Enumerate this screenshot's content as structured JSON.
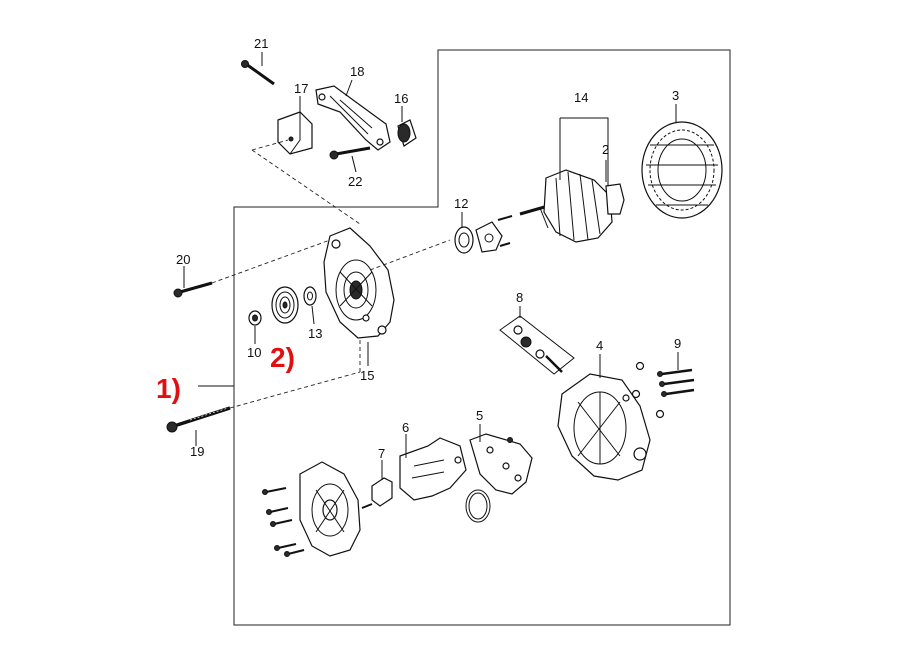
{
  "labels": {
    "p2": "2",
    "p3": "3",
    "p4": "4",
    "p5": "5",
    "p6": "6",
    "p7": "7",
    "p8": "8",
    "p9": "9",
    "p10": "10",
    "p12": "12",
    "p13": "13",
    "p14": "14",
    "p15": "15",
    "p16": "16",
    "p17": "17",
    "p18": "18",
    "p19": "19",
    "p20": "20",
    "p21": "21",
    "p22": "22"
  },
  "callouts": {
    "c1": "1)",
    "c2": "2)"
  },
  "colors": {
    "callout": "#e01010",
    "line": "#111111"
  }
}
